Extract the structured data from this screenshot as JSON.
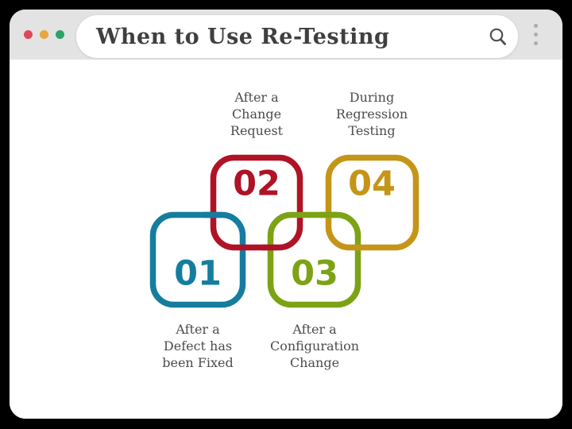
{
  "window": {
    "title": "When to Use Re-Testing",
    "traffic_lights": [
      {
        "name": "close",
        "color": "#e0485a"
      },
      {
        "name": "minimize",
        "color": "#e9a63b"
      },
      {
        "name": "maximize",
        "color": "#2aa36b"
      }
    ],
    "icons": {
      "search": "magnifier-icon",
      "menu": "kebab-vertical-icon"
    }
  },
  "colors": {
    "frame": "#000000",
    "titlebar_bg": "#e3e3e3",
    "card_bg": "#ffffff",
    "title_text": "#3f3f3f",
    "label_text": "#4c4c4c",
    "search_icon": "#4f4f4f",
    "menu_icon": "#acacac"
  },
  "diagram": {
    "steps": [
      {
        "number": "01",
        "color": "#157d9f",
        "label_position": "below",
        "label_lines": [
          "After a",
          "Defect has",
          "been Fixed"
        ]
      },
      {
        "number": "02",
        "color": "#b01226",
        "label_position": "above",
        "label_lines": [
          "After a",
          "Change",
          "Request"
        ]
      },
      {
        "number": "03",
        "color": "#7ca315",
        "label_position": "below",
        "label_lines": [
          "After a",
          "Configuration",
          "Change"
        ]
      },
      {
        "number": "04",
        "color": "#c59518",
        "label_position": "above",
        "label_lines": [
          "During",
          "Regression",
          "Testing"
        ]
      }
    ]
  }
}
